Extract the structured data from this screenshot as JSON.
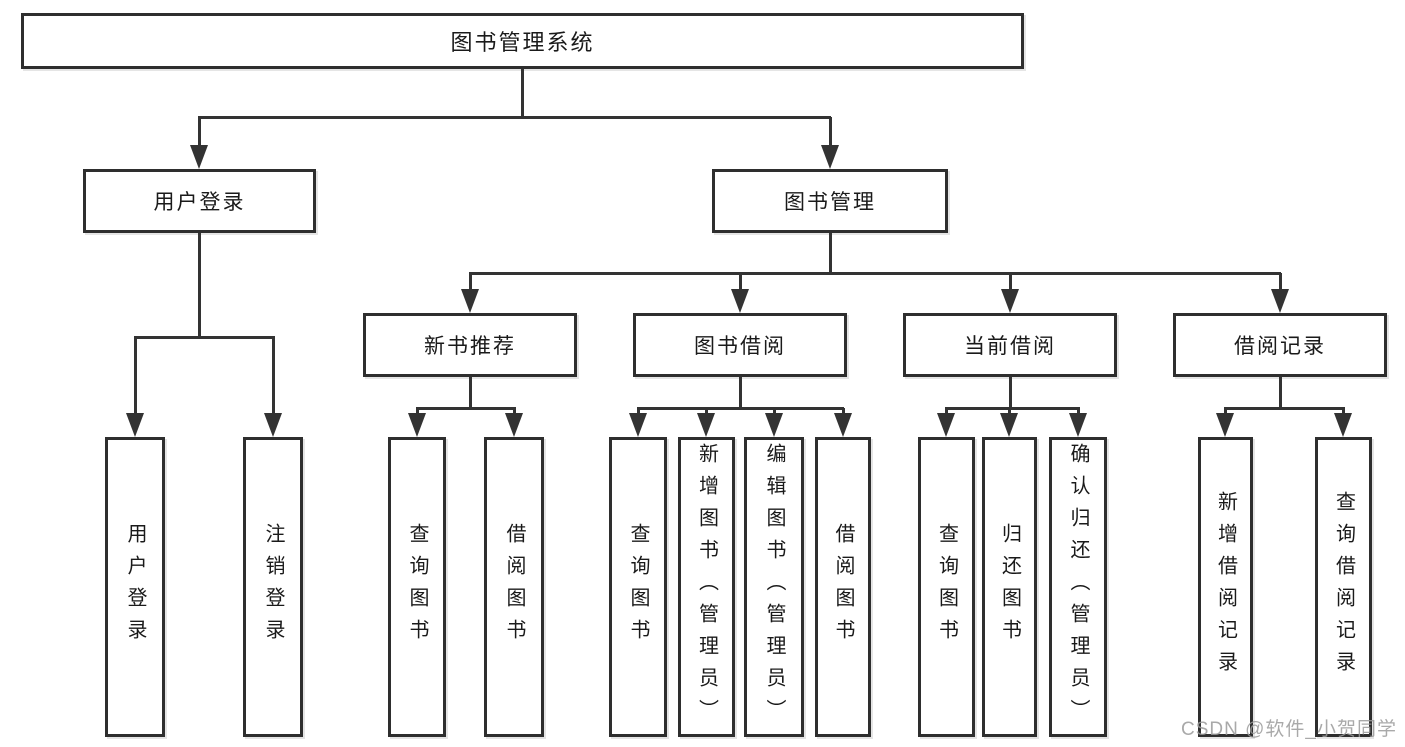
{
  "diagram": {
    "type": "hierarchy-tree",
    "root": {
      "label": "图书管理系统"
    },
    "level2": [
      {
        "label": "用户登录"
      },
      {
        "label": "图书管理"
      }
    ],
    "level3": [
      {
        "label": "新书推荐"
      },
      {
        "label": "图书借阅"
      },
      {
        "label": "当前借阅"
      },
      {
        "label": "借阅记录"
      }
    ],
    "leaves": [
      {
        "label": "用户登录"
      },
      {
        "label": "注销登录"
      },
      {
        "label": "查询图书"
      },
      {
        "label": "借阅图书"
      },
      {
        "label": "查询图书"
      },
      {
        "label": "新增图书（管理员）"
      },
      {
        "label": "编辑图书（管理员）"
      },
      {
        "label": "借阅图书"
      },
      {
        "label": "查询图书"
      },
      {
        "label": "归还图书"
      },
      {
        "label": "确认归还（管理员）"
      },
      {
        "label": "新增借阅记录"
      },
      {
        "label": "查询借阅记录"
      }
    ],
    "structure": {
      "图书管理系统": [
        "用户登录",
        "图书管理"
      ],
      "用户登录": [
        "用户登录",
        "注销登录"
      ],
      "图书管理": [
        "新书推荐",
        "图书借阅",
        "当前借阅",
        "借阅记录"
      ],
      "新书推荐": [
        "查询图书",
        "借阅图书"
      ],
      "图书借阅": [
        "查询图书",
        "新增图书（管理员）",
        "编辑图书（管理员）",
        "借阅图书"
      ],
      "当前借阅": [
        "查询图书",
        "归还图书",
        "确认归还（管理员）"
      ],
      "借阅记录": [
        "新增借阅记录",
        "查询借阅记录"
      ]
    },
    "colors": {
      "line": "#333333",
      "box_border": "#2e2e2e",
      "text": "#1a1a1a",
      "watermark": "#9b9b9b",
      "background": "#ffffff"
    }
  },
  "watermark": {
    "text": "CSDN @软件_小贺同学"
  }
}
